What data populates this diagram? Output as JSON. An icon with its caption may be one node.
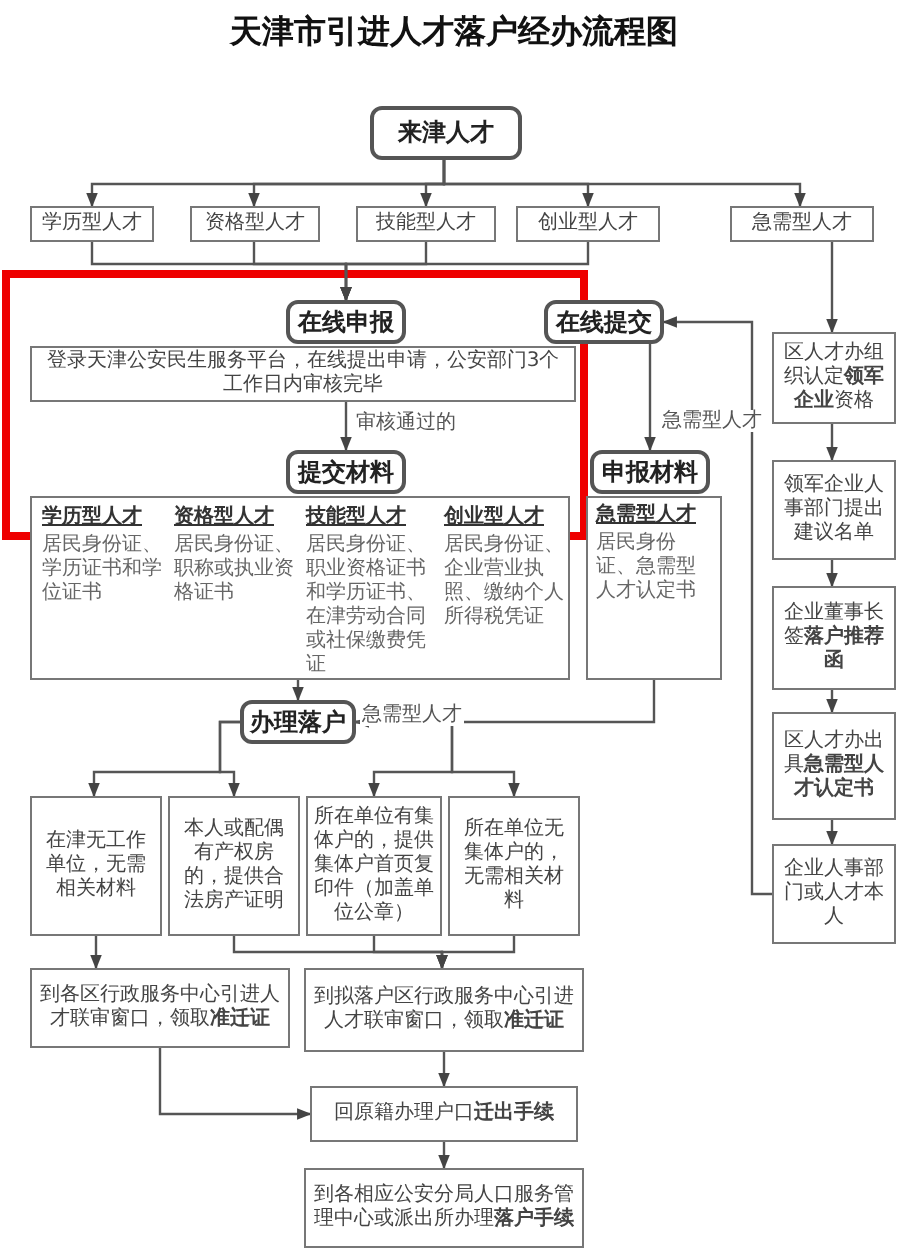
{
  "diagram": {
    "title": "天津市引进人才落户经办流程图",
    "nodes": [
      {
        "text": [
          "来津人才"
        ]
      },
      {
        "text": [
          "学历型人才"
        ]
      },
      {
        "text": [
          "资格型人才"
        ]
      },
      {
        "text": [
          "技能型人才"
        ]
      },
      {
        "text": [
          "创业型人才"
        ]
      },
      {
        "text": [
          "急需型人才"
        ]
      },
      {
        "text": [
          "在线申报"
        ]
      },
      {
        "text": [
          "登录天津公安民生服务平台，在线提出申请，公安部门3个工作日内审核完毕"
        ]
      },
      {
        "text": [
          "提交材料"
        ]
      },
      {
        "text": [],
        "shape": "box"
      },
      {
        "text": [
          "学历型人才",
          "居民身份证、学历证书和学位证书"
        ],
        "in": 9
      },
      {
        "text": [
          "资格型人才",
          "居民身份证、职称或执业资格证书"
        ],
        "in": 9
      },
      {
        "text": [
          "技能型人才",
          "居民身份证、职业资格证书和学历证书、在津劳动合同或社保缴费凭证"
        ],
        "in": 9
      },
      {
        "text": [
          "创业型人才",
          "居民身份证、企业营业执照、缴纳个人所得税凭证"
        ],
        "in": 9
      },
      {
        "text": [
          "在线提交"
        ]
      },
      {
        "text": [
          "申报材料"
        ]
      },
      {
        "text": [
          "急需型人才",
          "居民身份证、急需型人才认定书"
        ]
      },
      {
        "text": [
          "区人才办组织认定**领军企业**资格"
        ]
      },
      {
        "text": [
          "领军企业人事部门提出建议名单"
        ]
      },
      {
        "text": [
          "企业董事长签**落户推荐函**"
        ]
      },
      {
        "text": [
          "区人才办出具**急需型人才认定书**"
        ]
      },
      {
        "text": [
          "企业人事部门或人才本人"
        ]
      },
      {
        "text": [
          "办理落户"
        ]
      },
      {
        "text": [
          "在津无工作单位，无需相关材料"
        ]
      },
      {
        "text": [
          "本人或配偶有产权房的，提供合法房产证明"
        ]
      },
      {
        "text": [
          "所在单位有集体户的，提供集体户首页复印件（加盖单位公章）"
        ]
      },
      {
        "text": [
          "所在单位无集体户的，无需相关材料"
        ]
      },
      {
        "text": [
          "到各区行政服务中心引进人才联审窗口，领取**准迁证**"
        ]
      },
      {
        "text": [
          "到拟落户区行政服务中心引进人才联审窗口，领取**准迁证**"
        ]
      },
      {
        "text": [
          "回原籍办理户口**迁出手续**"
        ]
      },
      {
        "text": [
          "到各相应公安分局人口服务管理中心或派出所办理**落户手续**"
        ]
      }
    ],
    "edges": [
      {
        "from": 0,
        "to": 1,
        "arrow": "to"
      },
      {
        "from": 0,
        "to": 2,
        "arrow": "to"
      },
      {
        "from": 0,
        "to": 3,
        "arrow": "to"
      },
      {
        "from": 0,
        "to": 4,
        "arrow": "to"
      },
      {
        "from": 0,
        "to": 5,
        "arrow": "to"
      },
      {
        "from": 1,
        "to": 6,
        "arrow": "to"
      },
      {
        "from": 2,
        "to": 6,
        "arrow": "to"
      },
      {
        "from": 3,
        "to": 6,
        "arrow": "to"
      },
      {
        "from": 4,
        "to": 6,
        "arrow": "to"
      },
      {
        "from": 7,
        "to": 8,
        "arrow": "to",
        "label": "审核通过的"
      },
      {
        "from": 14,
        "to": 15,
        "arrow": "to",
        "label": "急需型人才"
      },
      {
        "from": 21,
        "to": 14,
        "arrow": "to"
      },
      {
        "from": 5,
        "to": 17,
        "arrow": "to"
      },
      {
        "from": 17,
        "to": 18,
        "arrow": "to"
      },
      {
        "from": 18,
        "to": 19,
        "arrow": "to"
      },
      {
        "from": 19,
        "to": 20,
        "arrow": "to"
      },
      {
        "from": 20,
        "to": 21,
        "arrow": "to"
      },
      {
        "from": 9,
        "to": 22,
        "arrow": "to"
      },
      {
        "from": 16,
        "to": 22,
        "arrow": "to"
      },
      {
        "from": 22,
        "to": 23,
        "arrow": "to"
      },
      {
        "from": 22,
        "to": 24,
        "arrow": "to"
      },
      {
        "from": 22,
        "to": 25,
        "arrow": "to",
        "label": "急需型人才"
      },
      {
        "from": 22,
        "to": 26,
        "arrow": "to"
      },
      {
        "from": 23,
        "to": 27,
        "arrow": "to"
      },
      {
        "from": 24,
        "to": 28,
        "arrow": "to"
      },
      {
        "from": 25,
        "to": 28,
        "arrow": "to"
      },
      {
        "from": 26,
        "to": 28,
        "arrow": "to"
      },
      {
        "from": 27,
        "to": 29,
        "arrow": "to"
      },
      {
        "from": 28,
        "to": 29,
        "arrow": "to"
      },
      {
        "from": 29,
        "to": 30,
        "arrow": "to"
      }
    ]
  }
}
